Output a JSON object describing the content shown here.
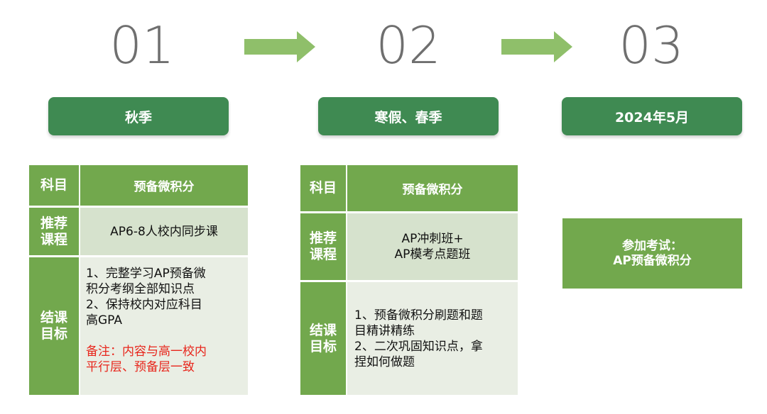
{
  "steps": [
    {
      "number": "01",
      "period": "秋季"
    },
    {
      "number": "02",
      "period": "寒假、春季"
    },
    {
      "number": "03",
      "period": "2024年5月"
    }
  ],
  "colors": {
    "pill": "#3f8a52",
    "table_label": "#72a84d",
    "table_mid": "#d6e2cd",
    "table_light": "#e9eee4",
    "arrow": "#8fbf6a",
    "note_red": "#e8261c"
  },
  "icons": {
    "arrow": "right-arrow-icon"
  },
  "table1": {
    "subject_label": "科目",
    "subject_value": "预备微积分",
    "course_label_1": "推荐",
    "course_label_2": "课程",
    "course_value": "AP6-8人校内同步课",
    "goal_label_1": "结课",
    "goal_label_2": "目标",
    "goal_lines": [
      "1、完整学习AP预备微",
      "积分考纲全部知识点",
      "2、保持校内对应科目",
      "高GPA"
    ],
    "note_lines": [
      "备注：内容与高一校内",
      "平行层、预备层一致"
    ]
  },
  "table2": {
    "subject_label": "科目",
    "subject_value": "预备微积分",
    "course_label_1": "推荐",
    "course_label_2": "课程",
    "course_lines": [
      "AP冲刺班+",
      "AP模考点题班"
    ],
    "goal_label_1": "结课",
    "goal_label_2": "目标",
    "goal_lines": [
      "1、预备微积分刷题和题",
      "目精讲精练",
      "2、二次巩固知识点，拿",
      "捏如何做题"
    ]
  },
  "exam": {
    "line1": "参加考试：",
    "line2": "AP预备微积分"
  }
}
